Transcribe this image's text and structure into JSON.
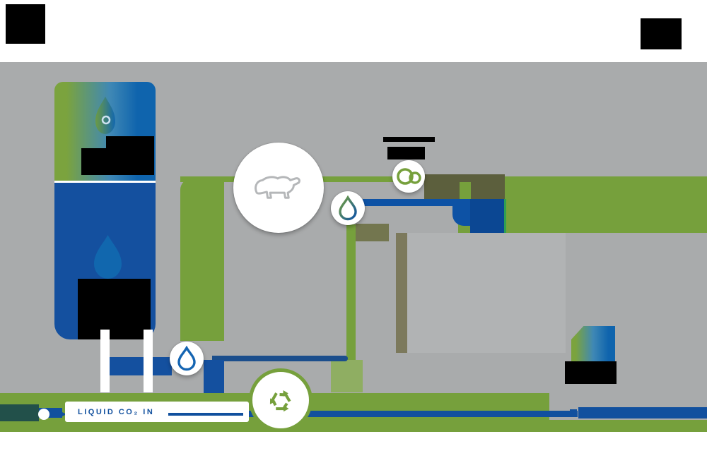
{
  "diagram": {
    "title_visible": false,
    "bottom_line": {
      "label": "LIQUID CO₂ IN"
    },
    "colors": {
      "background": "#ffffff",
      "field": "#a9abac",
      "green": "#76a03c",
      "green_light": "#8fae62",
      "blue": "#0d52a5",
      "blue_deep": "#0b4793",
      "tank_blue": "#14509f",
      "navy": "#11509e",
      "teal_dark": "#22504a",
      "gradient_green": "#7ba33e",
      "gradient_blue": "#0f64ad",
      "panel_light": "#b1b3b4",
      "shadow_olive": "#5c5f3d"
    },
    "icons": [
      {
        "name": "gradient-droplet-logo",
        "location": "tank-top"
      },
      {
        "name": "water-droplet-icon",
        "location": "tank-bottom"
      },
      {
        "name": "polar-bear-icon",
        "location": "center-circle"
      },
      {
        "name": "gradient-water-drop-icon",
        "location": "pipe-junction"
      },
      {
        "name": "co2-molecule-icon",
        "location": "upper-right-pipe"
      },
      {
        "name": "water-drop-icon",
        "location": "below-tank"
      },
      {
        "name": "recycle-icon",
        "location": "bottom-line"
      },
      {
        "name": "gradient-mark-icon",
        "location": "lower-right"
      }
    ],
    "redacted_blocks": [
      {
        "name": "top-left-logo-block"
      },
      {
        "name": "top-right-logo-block"
      },
      {
        "name": "tank-upper-label-block"
      },
      {
        "name": "tank-lower-label-block"
      },
      {
        "name": "co2-circle-label-block"
      },
      {
        "name": "lower-right-label-block"
      }
    ]
  }
}
